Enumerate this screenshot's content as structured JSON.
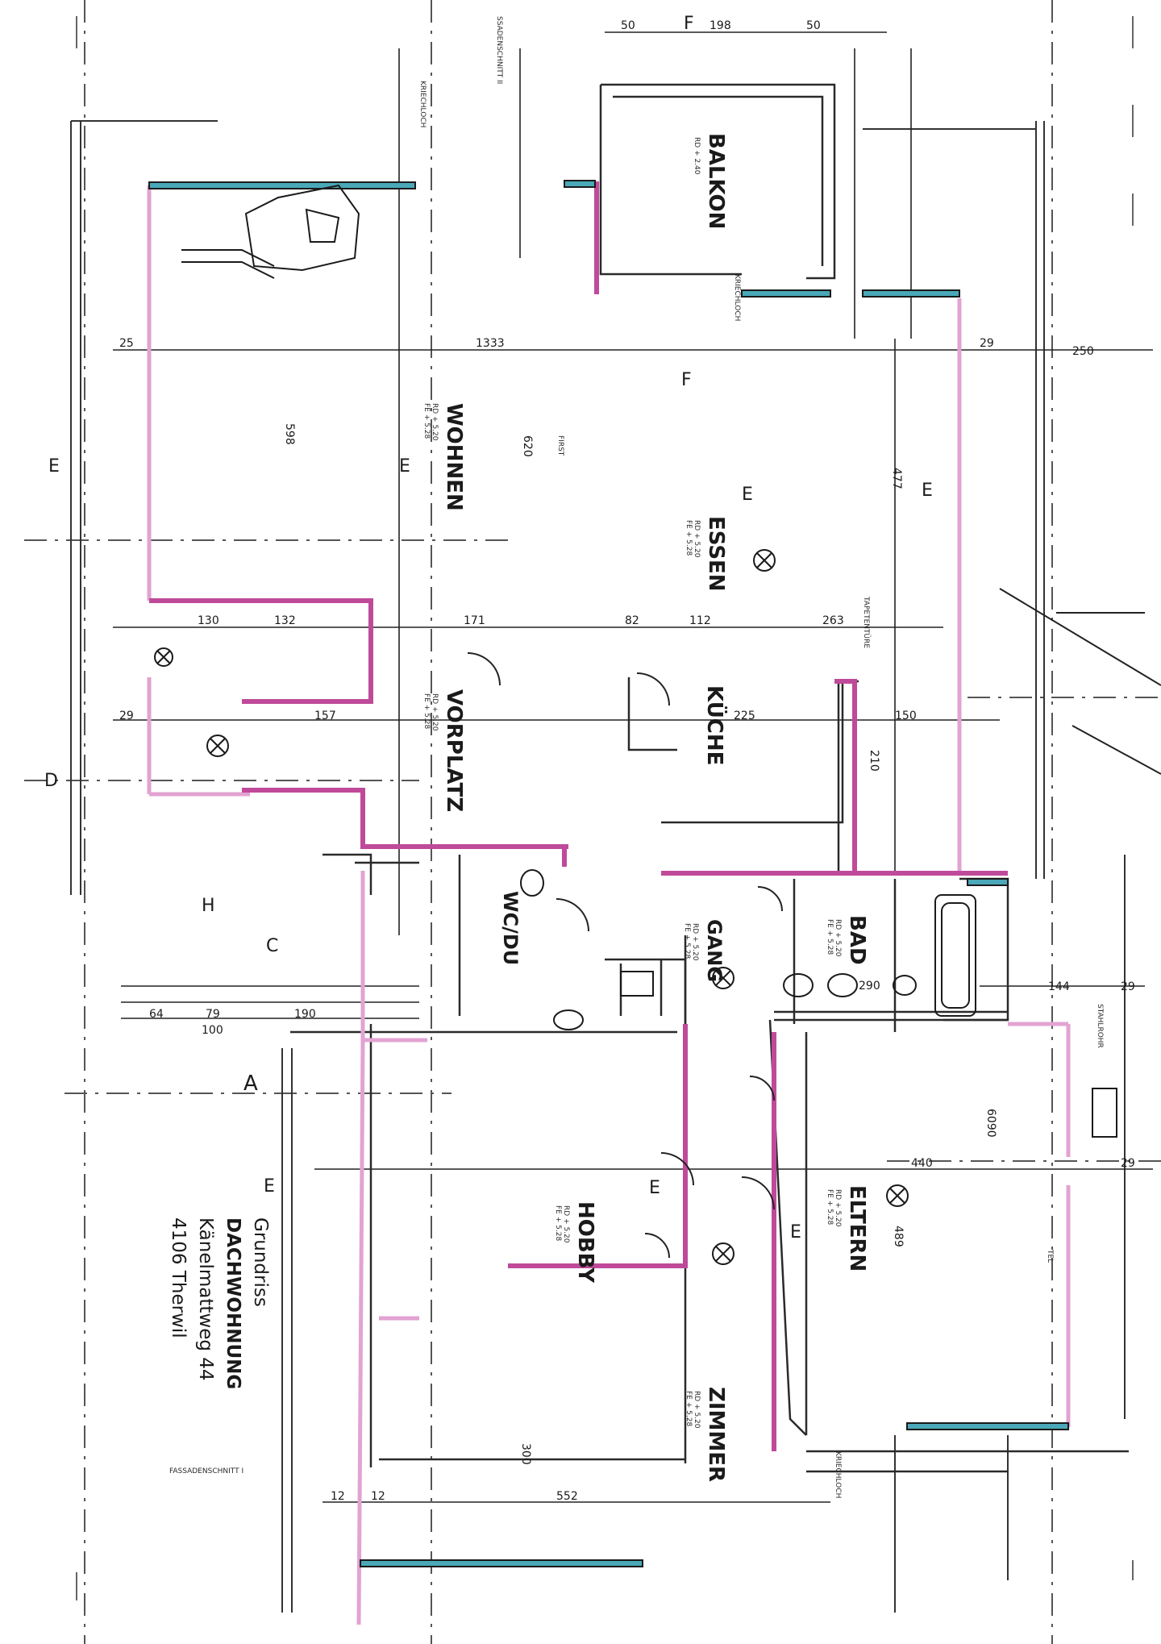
{
  "rooms": {
    "wohnen": "WOHNEN",
    "wohnen_sub1": "RD + 5.20",
    "wohnen_sub2": "FE + 5.28",
    "essen": "ESSEN",
    "essen_sub1": "RD + 5.20",
    "essen_sub2": "FE + 5.28",
    "balkon": "BALKON",
    "balkon_sub": "RD + 2.40",
    "kueche": "KÜCHE",
    "vorplatz": "VORPLATZ",
    "vorplatz_sub1": "RD + 5.20",
    "vorplatz_sub2": "FE + 5.28",
    "wcdu": "WC/DU",
    "gang": "GANG",
    "gang_sub1": "RD + 5.20",
    "gang_sub2": "FE + 5.28",
    "bad": "BAD",
    "bad_sub1": "RD + 5.20",
    "bad_sub2": "FE + 5.28",
    "hobby": "HOBBY",
    "hobby_sub1": "RD + 5.20",
    "hobby_sub2": "FE + 5.28",
    "eltern": "ELTERN",
    "eltern_sub1": "RD + 5.20",
    "eltern_sub2": "FE + 5.28",
    "zimmer": "ZIMMER",
    "zimmer_sub1": "RD + 5.20",
    "zimmer_sub2": "FE + 5.28"
  },
  "dimensions": {
    "d50a": "50",
    "d198": "198",
    "d50b": "50",
    "d1333": "1333",
    "d250": "250",
    "d29a": "29",
    "d25": "25",
    "d29b": "29",
    "d171": "171",
    "d82": "82",
    "d112": "112",
    "d263": "263",
    "d132": "132",
    "d130": "130",
    "d157": "157",
    "d225": "225",
    "d150": "150",
    "d64": "64",
    "d79": "79",
    "d190": "190",
    "d100": "100",
    "d144": "144",
    "d29c": "29",
    "d440": "440",
    "d29d": "29",
    "d552": "552",
    "d300": "300",
    "d12a": "12",
    "d12b": "12",
    "d290": "290",
    "d210": "210",
    "d620": "620",
    "d598": "598",
    "d477": "477",
    "d489": "489",
    "d6090": "6090"
  },
  "markers": {
    "e1": "E",
    "e2": "E",
    "e3": "E",
    "e4": "E",
    "e5": "E",
    "e6": "E",
    "e7": "E",
    "d": "D",
    "c": "C",
    "a": "A",
    "f1": "F",
    "f2": "F",
    "h": "H"
  },
  "annotations": {
    "schnitt": "SSADENSCHNITT II",
    "fassade": "FASSADENSCHNITT I",
    "kriechloch1": "KRIECHLOCH",
    "kriechloch2": "KRIECHLOCH",
    "kriechloch3": "KRIECHLOCH",
    "first": "FIRST",
    "tapetentuere": "TAPETENTÜRE",
    "staehlrohr": "STAHLROHR",
    "tel": "TEL"
  },
  "title": {
    "line1": "Grundriss",
    "line2": "DACHWOHNUNG",
    "line3": "Känelmattweg 44",
    "line4": "4106 Therwil"
  },
  "colors": {
    "wall_pink": "#c04a9a",
    "wall_pink_light": "#e2a3d2",
    "window_blue": "#4aa8b8",
    "line": "#2a2a2a"
  }
}
